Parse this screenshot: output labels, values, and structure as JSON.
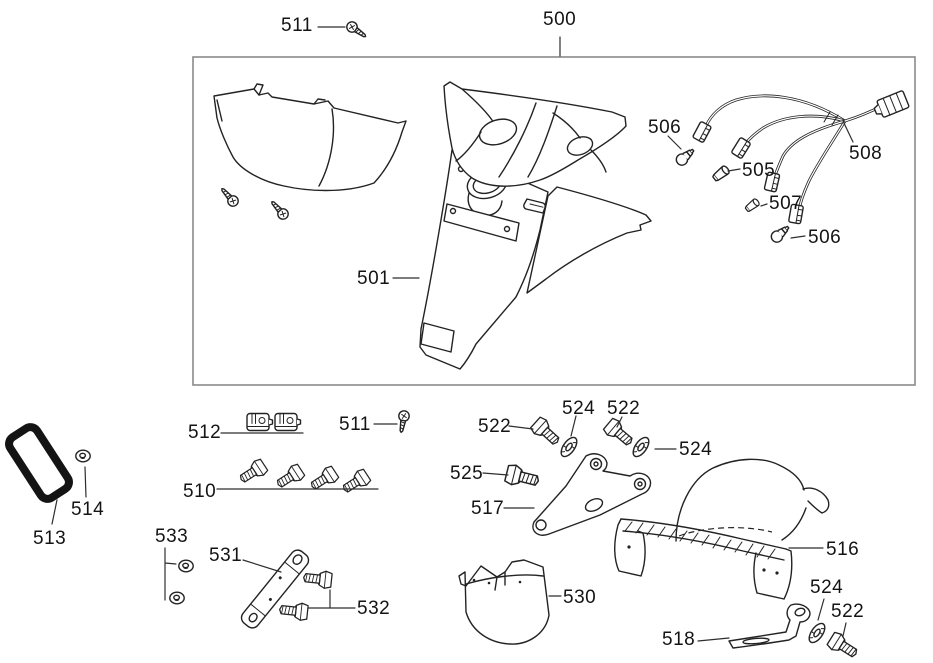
{
  "figure": {
    "background_color": "#ffffff",
    "line_color": "#232323",
    "leader_color": "#2e2e2e",
    "label_color": "#141414",
    "box_border_color": "#8a8a8a",
    "pad_stroke_color": "#141414"
  },
  "labels": {
    "p500": "500",
    "p501": "501",
    "p505": "505",
    "p506": "506",
    "p507": "507",
    "p508": "508",
    "p510": "510",
    "p511": "511",
    "p512": "512",
    "p513": "513",
    "p514": "514",
    "p516": "516",
    "p517": "517",
    "p518": "518",
    "p522": "522",
    "p524": "524",
    "p525": "525",
    "p530": "530",
    "p531": "531",
    "p532": "532",
    "p533": "533"
  }
}
